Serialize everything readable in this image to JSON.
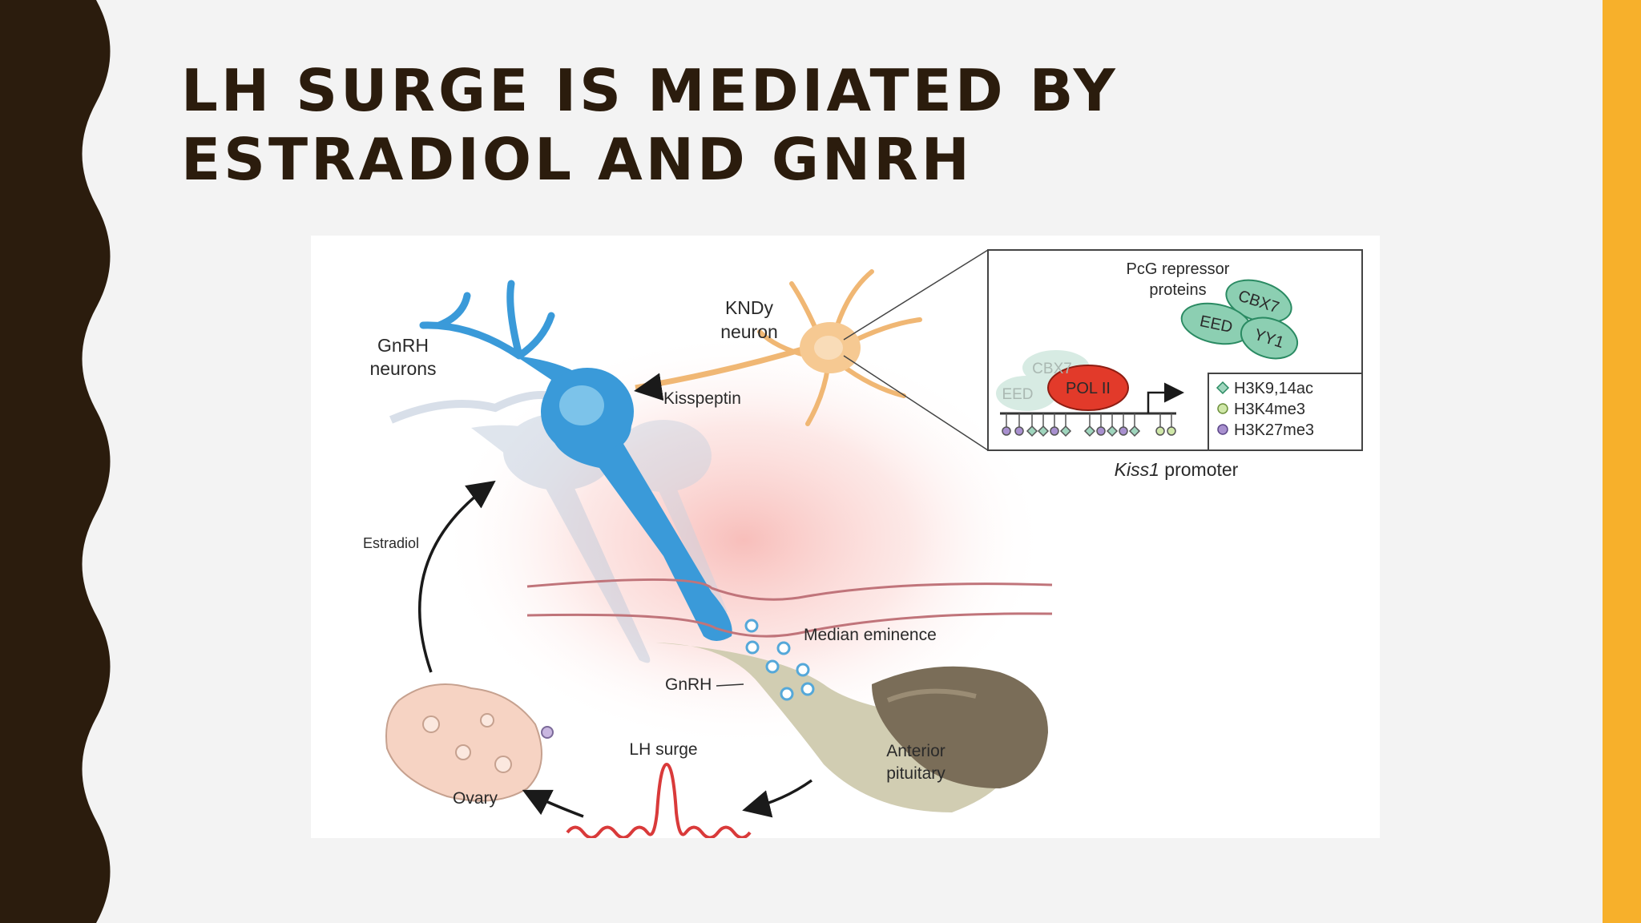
{
  "slide": {
    "title_lines": [
      "LH SURGE IS MEDIATED BY",
      "ESTRADIOL AND GNRH"
    ]
  },
  "colors": {
    "left_band": "#2b1c0d",
    "right_band": "#f7b02b",
    "background": "#f3f3f3"
  },
  "diagram": {
    "labels": {
      "gnrh_neurons": [
        "GnRH",
        "neurons"
      ],
      "kndy_neuron": [
        "KNDy",
        "neuron"
      ],
      "kisspeptin": "Kisspeptin",
      "estradiol": "Estradiol",
      "median_eminence": "Median eminence",
      "gnrh": "GnRH",
      "anterior_pituitary": [
        "Anterior",
        "pituitary"
      ],
      "lh_surge": "LH surge",
      "ovary": "Ovary"
    },
    "inset": {
      "pcg_label": [
        "PcG repressor",
        "proteins"
      ],
      "proteins": [
        "CBX7",
        "EED",
        "YY1"
      ],
      "faded_proteins": [
        "CBX7",
        "EED"
      ],
      "pol2": "POL II",
      "legend": [
        "H3K9,14ac",
        "H3K4me3",
        "H3K27me3"
      ],
      "promoter_italic": "Kiss1",
      "promoter_rest": " promoter"
    }
  }
}
